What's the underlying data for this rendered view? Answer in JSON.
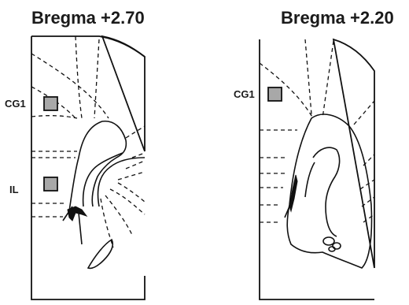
{
  "panels": [
    {
      "title": "Bregma +2.70",
      "regions": [
        {
          "label": "CG1"
        },
        {
          "label": "IL"
        }
      ]
    },
    {
      "title": "Bregma +2.20",
      "regions": [
        {
          "label": "CG1"
        }
      ]
    }
  ],
  "colors": {
    "roi_fill": "#a8a8a8",
    "line": "#111111",
    "background": "#ffffff"
  }
}
